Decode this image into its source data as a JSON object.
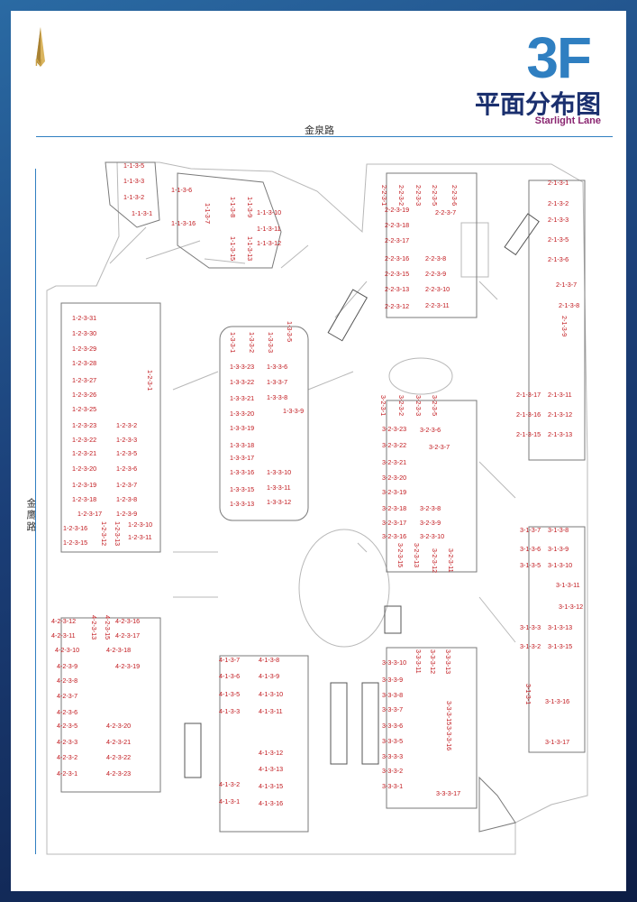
{
  "header": {
    "floor": "3F",
    "subtitle": "平面分布图",
    "brand": "Starlight Lane",
    "compass": "N"
  },
  "roads": {
    "top": "金泉路",
    "left": "金鹰路"
  },
  "colors": {
    "frame": "#1b3f78",
    "title_blue": "#2f7fc1",
    "subtitle_navy": "#1a2f6e",
    "brand_magenta": "#8a2570",
    "unit_red": "#c0161b",
    "compass_gold": "#c9a24a"
  },
  "units": [
    [
      "1-1-3-5",
      137,
      180
    ],
    [
      "1-1-3-3",
      137,
      197
    ],
    [
      "1-1-3-2",
      137,
      215
    ],
    [
      "1-1-3-1",
      146,
      233
    ],
    [
      "1-1-3-6",
      190,
      207
    ],
    [
      "1-1-3-16",
      190,
      244
    ],
    [
      "1-1-3-7",
      226,
      225,
      "v"
    ],
    [
      "1-1-3-8",
      254,
      218,
      "v"
    ],
    [
      "1-1-3-9",
      273,
      218,
      "v"
    ],
    [
      "1-1-3-10",
      285,
      232
    ],
    [
      "1-1-3-11",
      285,
      250
    ],
    [
      "1-1-3-12",
      285,
      266
    ],
    [
      "1-1-3-15",
      254,
      262,
      "v"
    ],
    [
      "1-1-3-13",
      273,
      262,
      "v"
    ],
    [
      "1-2-3-31",
      80,
      349
    ],
    [
      "1-2-3-30",
      80,
      366
    ],
    [
      "1-2-3-29",
      80,
      383
    ],
    [
      "1-2-3-28",
      80,
      399
    ],
    [
      "1-2-3-27",
      80,
      418
    ],
    [
      "1-2-3-26",
      80,
      434
    ],
    [
      "1-2-3-25",
      80,
      450
    ],
    [
      "1-2-3-23",
      80,
      468
    ],
    [
      "1-2-3-22",
      80,
      484
    ],
    [
      "1-2-3-21",
      80,
      499
    ],
    [
      "1-2-3-20",
      80,
      516
    ],
    [
      "1-2-3-19",
      80,
      534
    ],
    [
      "1-2-3-18",
      80,
      550
    ],
    [
      "1-2-3-17",
      86,
      566
    ],
    [
      "1-2-3-16",
      70,
      582
    ],
    [
      "1-2-3-15",
      70,
      598
    ],
    [
      "1-2-3-2",
      129,
      468
    ],
    [
      "1-2-3-3",
      129,
      484
    ],
    [
      "1-2-3-5",
      129,
      499
    ],
    [
      "1-2-3-6",
      129,
      516
    ],
    [
      "1-2-3-7",
      129,
      534
    ],
    [
      "1-2-3-8",
      129,
      550
    ],
    [
      "1-2-3-9",
      129,
      566
    ],
    [
      "1-2-3-10",
      142,
      578
    ],
    [
      "1-2-3-11",
      142,
      592
    ],
    [
      "1-2-3-12",
      111,
      578,
      "v"
    ],
    [
      "1-2-3-13",
      126,
      578,
      "v"
    ],
    [
      "1-2-3-1",
      162,
      410,
      "v"
    ],
    [
      "1-3-3-1",
      254,
      368,
      "v"
    ],
    [
      "1-3-3-2",
      275,
      368,
      "v"
    ],
    [
      "1-3-3-3",
      296,
      368,
      "v"
    ],
    [
      "1-3-3-5",
      317,
      356,
      "v"
    ],
    [
      "1-3-3-23",
      255,
      403
    ],
    [
      "1-3-3-22",
      255,
      420
    ],
    [
      "1-3-3-21",
      255,
      438
    ],
    [
      "1-3-3-20",
      255,
      455
    ],
    [
      "1-3-3-19",
      255,
      471
    ],
    [
      "1-3-3-18",
      255,
      490
    ],
    [
      "1-3-3-17",
      255,
      504
    ],
    [
      "1-3-3-16",
      255,
      520
    ],
    [
      "1-3-3-15",
      255,
      539
    ],
    [
      "1-3-3-13",
      255,
      555
    ],
    [
      "1-3-3-6",
      296,
      403
    ],
    [
      "1-3-3-7",
      296,
      420
    ],
    [
      "1-3-3-8",
      296,
      437
    ],
    [
      "1-3-3-9",
      314,
      452
    ],
    [
      "1-3-3-10",
      296,
      520
    ],
    [
      "1-3-3-11",
      296,
      537
    ],
    [
      "1-3-3-12",
      296,
      553
    ],
    [
      "2-2-3-1",
      422,
      205,
      "v"
    ],
    [
      "2-2-3-2",
      441,
      205,
      "v"
    ],
    [
      "2-2-3-3",
      460,
      205,
      "v"
    ],
    [
      "2-2-3-5",
      478,
      205,
      "v"
    ],
    [
      "2-2-3-6",
      500,
      205,
      "v"
    ],
    [
      "2-2-3-19",
      427,
      229
    ],
    [
      "2-2-3-18",
      427,
      246
    ],
    [
      "2-2-3-17",
      427,
      263
    ],
    [
      "2-2-3-16",
      427,
      283
    ],
    [
      "2-2-3-15",
      427,
      300
    ],
    [
      "2-2-3-13",
      427,
      317
    ],
    [
      "2-2-3-12",
      427,
      336
    ],
    [
      "2-2-3-7",
      483,
      232
    ],
    [
      "2-2-3-8",
      472,
      283
    ],
    [
      "2-2-3-9",
      472,
      300
    ],
    [
      "2-2-3-10",
      472,
      317
    ],
    [
      "2-2-3-11",
      472,
      335
    ],
    [
      "2-1-3-1",
      608,
      199
    ],
    [
      "2-1-3-2",
      608,
      222
    ],
    [
      "2-1-3-3",
      608,
      240
    ],
    [
      "2-1-3-5",
      608,
      262
    ],
    [
      "2-1-3-6",
      608,
      284
    ],
    [
      "2-1-3-7",
      617,
      312
    ],
    [
      "2-1-3-8",
      620,
      335
    ],
    [
      "2-1-3-9",
      622,
      350,
      "v"
    ],
    [
      "2-1-3-17",
      573,
      434
    ],
    [
      "2-1-3-16",
      573,
      456
    ],
    [
      "2-1-3-15",
      573,
      478
    ],
    [
      "2-1-3-11",
      608,
      434
    ],
    [
      "2-1-3-12",
      608,
      456
    ],
    [
      "2-1-3-13",
      608,
      478
    ],
    [
      "3-2-3-1",
      421,
      438,
      "v"
    ],
    [
      "3-2-3-2",
      441,
      438,
      "v"
    ],
    [
      "3-2-3-3",
      460,
      438,
      "v"
    ],
    [
      "3-2-3-5",
      478,
      438,
      "v"
    ],
    [
      "3-2-3-23",
      424,
      472
    ],
    [
      "3-2-3-22",
      424,
      490
    ],
    [
      "3-2-3-21",
      424,
      509
    ],
    [
      "3-2-3-20",
      424,
      526
    ],
    [
      "3-2-3-19",
      424,
      542
    ],
    [
      "3-2-3-18",
      424,
      560
    ],
    [
      "3-2-3-17",
      424,
      576
    ],
    [
      "3-2-3-16",
      424,
      591
    ],
    [
      "3-2-3-6",
      466,
      473
    ],
    [
      "3-2-3-7",
      476,
      492
    ],
    [
      "3-2-3-8",
      466,
      560
    ],
    [
      "3-2-3-9",
      466,
      576
    ],
    [
      "3-2-3-10",
      466,
      591
    ],
    [
      "3-2-3-15",
      440,
      602,
      "v"
    ],
    [
      "3-2-3-13",
      458,
      602,
      "v"
    ],
    [
      "3-2-3-12",
      478,
      608,
      "v"
    ],
    [
      "3-2-3-11",
      496,
      608,
      "v"
    ],
    [
      "3-1-3-7",
      577,
      584
    ],
    [
      "3-1-3-8",
      608,
      584
    ],
    [
      "3-1-3-6",
      577,
      605
    ],
    [
      "3-1-3-9",
      608,
      605
    ],
    [
      "3-1-3-5",
      577,
      623
    ],
    [
      "3-1-3-10",
      608,
      623
    ],
    [
      "3-1-3-11",
      617,
      645
    ],
    [
      "3-1-3-12",
      620,
      669
    ],
    [
      "3-1-3-3",
      577,
      692
    ],
    [
      "3-1-3-13",
      608,
      692
    ],
    [
      "3-1-3-2",
      577,
      713
    ],
    [
      "3-1-3-15",
      608,
      713
    ],
    [
      "3-1-3-1",
      582,
      758,
      "v"
    ],
    [
      "3-1-3-16",
      605,
      774
    ],
    [
      "3-1-3-17",
      605,
      819
    ],
    [
      "4-2-3-12",
      57,
      685
    ],
    [
      "4-2-3-11",
      57,
      701
    ],
    [
      "4-2-3-10",
      61,
      717
    ],
    [
      "4-2-3-9",
      63,
      735
    ],
    [
      "4-2-3-8",
      63,
      751
    ],
    [
      "4-2-3-7",
      63,
      768
    ],
    [
      "4-2-3-6",
      63,
      786
    ],
    [
      "4-2-3-5",
      63,
      801
    ],
    [
      "4-2-3-3",
      63,
      819
    ],
    [
      "4-2-3-2",
      63,
      836
    ],
    [
      "4-2-3-1",
      63,
      854
    ],
    [
      "4-2-3-13",
      100,
      682,
      "v"
    ],
    [
      "4-2-3-15",
      115,
      682,
      "v"
    ],
    [
      "4-2-3-16",
      128,
      685
    ],
    [
      "4-2-3-17",
      128,
      701
    ],
    [
      "4-2-3-18",
      118,
      717
    ],
    [
      "4-2-3-19",
      128,
      735
    ],
    [
      "4-2-3-20",
      118,
      801
    ],
    [
      "4-2-3-21",
      118,
      819
    ],
    [
      "4-2-3-22",
      118,
      836
    ],
    [
      "4-2-3-23",
      118,
      854
    ],
    [
      "4-1-3-7",
      243,
      728
    ],
    [
      "4-1-3-6",
      243,
      746
    ],
    [
      "4-1-3-5",
      243,
      766
    ],
    [
      "4-1-3-3",
      243,
      785
    ],
    [
      "4-1-3-2",
      243,
      866
    ],
    [
      "4-1-3-1",
      243,
      885
    ],
    [
      "4-1-3-8",
      287,
      728
    ],
    [
      "4-1-3-9",
      287,
      746
    ],
    [
      "4-1-3-10",
      287,
      766
    ],
    [
      "4-1-3-11",
      287,
      785
    ],
    [
      "4-1-3-12",
      287,
      831
    ],
    [
      "4-1-3-13",
      287,
      849
    ],
    [
      "4-1-3-15",
      287,
      868
    ],
    [
      "4-1-3-16",
      287,
      887
    ],
    [
      "3-3-3-10",
      424,
      731
    ],
    [
      "3-3-3-9",
      424,
      750
    ],
    [
      "3-3-3-8",
      424,
      767
    ],
    [
      "3-3-3-7",
      424,
      783
    ],
    [
      "3-3-3-6",
      424,
      801
    ],
    [
      "3-3-3-5",
      424,
      818
    ],
    [
      "3-3-3-3",
      424,
      835
    ],
    [
      "3-3-3-2",
      424,
      851
    ],
    [
      "3-3-3-1",
      424,
      868
    ],
    [
      "3-3-3-17",
      484,
      876
    ],
    [
      "3-3-3-11",
      460,
      720,
      "v"
    ],
    [
      "3-3-3-12",
      476,
      720,
      "v"
    ],
    [
      "3-3-3-13",
      493,
      720,
      "v"
    ],
    [
      "3-3-3-15",
      494,
      777,
      "v"
    ],
    [
      "3-3-3-16",
      494,
      805,
      "v"
    ]
  ]
}
